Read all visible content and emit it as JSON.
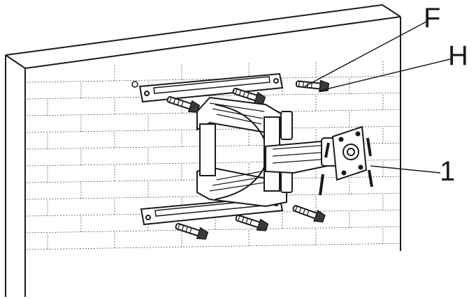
{
  "callouts": {
    "f": "F",
    "h": "H",
    "one": "1"
  },
  "colors": {
    "line": "#1a1a1a",
    "part_fill": "#3a3a3a",
    "background": "#ffffff"
  }
}
